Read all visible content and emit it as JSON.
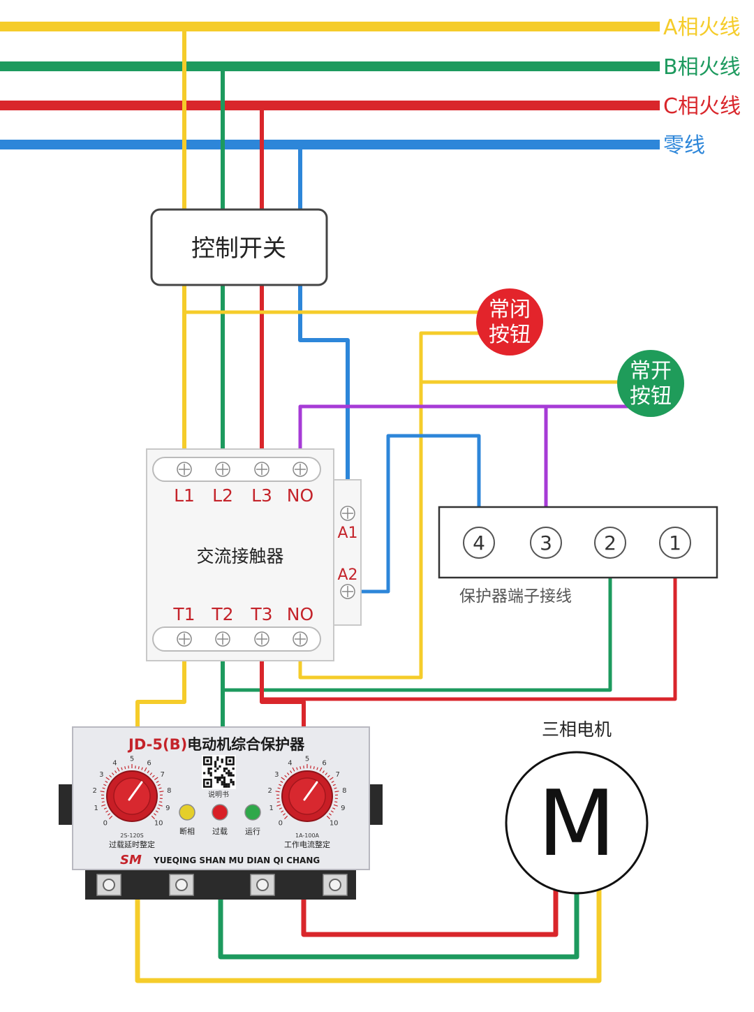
{
  "colors": {
    "phase_a": "#f5cc2a",
    "phase_b": "#1d9a5e",
    "phase_c": "#d9262b",
    "neutral": "#2d86d9",
    "control": "#a63bd6",
    "red_button": "#e3242b",
    "green_button": "#1f9c5a",
    "label_red": "#c4232a"
  },
  "bus_labels": {
    "a": "A相火线",
    "b": "B相火线",
    "c": "C相火线",
    "n": "零线"
  },
  "control_switch": "控制开关",
  "nc_button": {
    "line1": "常闭",
    "line2": "按钮"
  },
  "no_button": {
    "line1": "常开",
    "line2": "按钮"
  },
  "contactor": {
    "title": "交流接触器",
    "top_terminals": [
      "L1",
      "L2",
      "L3",
      "NO"
    ],
    "bottom_terminals": [
      "T1",
      "T2",
      "T3",
      "NO"
    ],
    "coil_terminals": [
      "A1",
      "A2"
    ]
  },
  "protector_terminals": {
    "numbers": [
      "4",
      "3",
      "2",
      "1"
    ],
    "caption": "保护器端子接线"
  },
  "protector": {
    "model_prefix": "JD-5",
    "model_suffix": "(B)",
    "name": "电动机综合保护器",
    "qr_caption": "说明书",
    "dial_left_numbers": [
      "0",
      "1",
      "2",
      "3",
      "4",
      "5",
      "6",
      "7",
      "8",
      "9",
      "10"
    ],
    "dial_left_range": "2S-120S",
    "dial_left_caption": "过载延时整定",
    "dial_right_numbers": [
      "0",
      "1",
      "2",
      "3",
      "4",
      "5",
      "6",
      "7",
      "8",
      "9",
      "10"
    ],
    "dial_right_range": "1A-100A",
    "dial_right_caption": "工作电流整定",
    "leds": [
      {
        "label": "断相",
        "color": "#e5cf2a"
      },
      {
        "label": "过载",
        "color": "#d81f26"
      },
      {
        "label": "运行",
        "color": "#2fa84a"
      }
    ],
    "brand_logo": "SM",
    "brand_text": "YUEQING SHAN MU DIAN QI CHANG"
  },
  "motor": {
    "caption": "三相电机",
    "symbol": "M"
  }
}
